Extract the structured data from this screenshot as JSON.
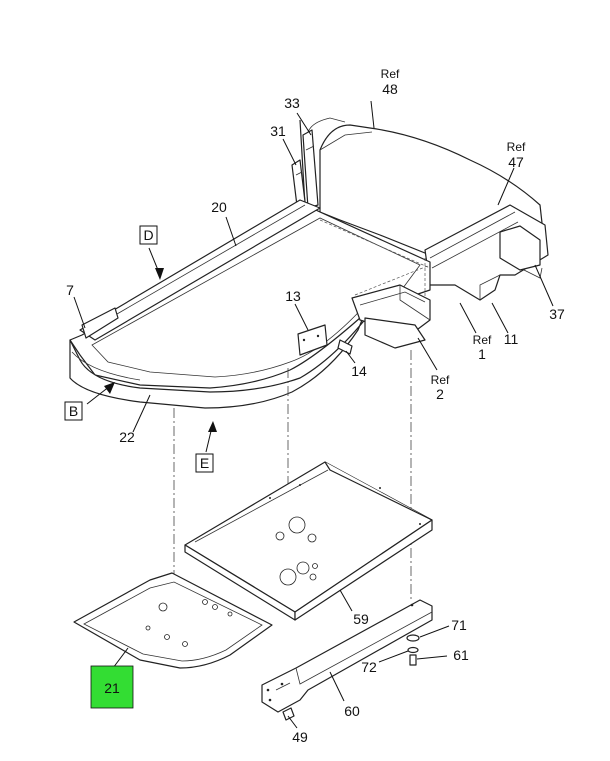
{
  "callouts": {
    "ref48": {
      "prefix": "Ref",
      "num": "48"
    },
    "p33": "33",
    "p31": "31",
    "ref47": {
      "prefix": "Ref",
      "num": "47"
    },
    "p20": "20",
    "viewD": "D",
    "p7": "7",
    "p13": "13",
    "p37": "37",
    "ref1": {
      "prefix": "Ref",
      "num": "1"
    },
    "p11": "11",
    "p14": "14",
    "ref2": {
      "prefix": "Ref",
      "num": "2"
    },
    "viewB": "B",
    "p22": "22",
    "viewE": "E",
    "p59": "59",
    "p71": "71",
    "p72": "72",
    "p61": "61",
    "p60": "60",
    "p21": "21",
    "p49": "49"
  },
  "colors": {
    "highlight": "#33dd33",
    "line": "#222222"
  }
}
